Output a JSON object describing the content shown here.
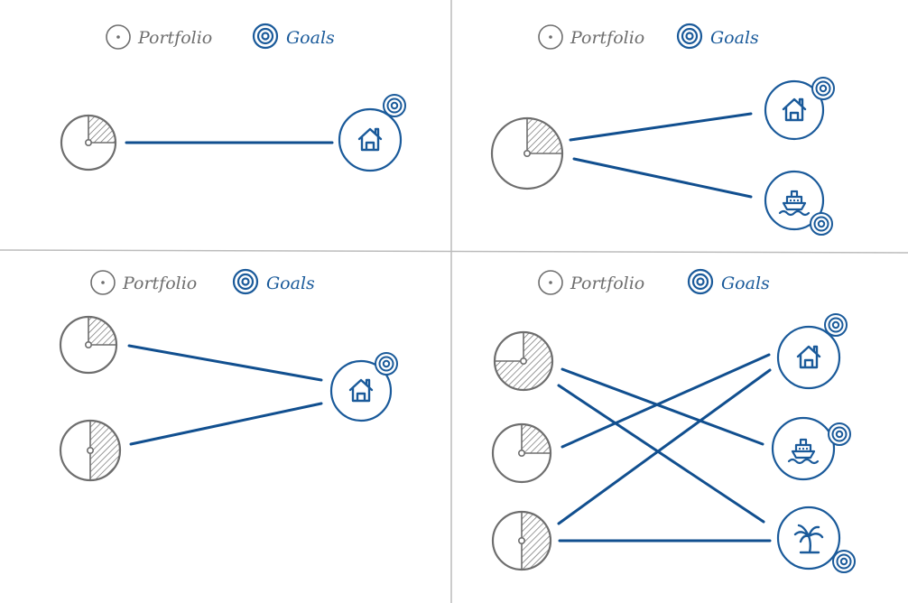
{
  "colors": {
    "line": "#114f8f",
    "goal": "#1a5a9a",
    "portfolio": "#6e6e6e",
    "divider": "#bcbcbc"
  },
  "legend": {
    "portfolio_label": "Portfolio",
    "goals_label": "Goals"
  },
  "panels": [
    {
      "id": "single-portfolio-single-goal",
      "portfolios": [
        {
          "id": "p1",
          "slice": 0.25
        }
      ],
      "goals": [
        {
          "id": "g1",
          "icon": "house-icon"
        }
      ],
      "links": [
        [
          "p1",
          "g1"
        ]
      ]
    },
    {
      "id": "single-portfolio-two-goals",
      "portfolios": [
        {
          "id": "p1",
          "slice": 0.25
        }
      ],
      "goals": [
        {
          "id": "g1",
          "icon": "house-icon"
        },
        {
          "id": "g2",
          "icon": "ship-icon"
        }
      ],
      "links": [
        [
          "p1",
          "g1"
        ],
        [
          "p1",
          "g2"
        ]
      ]
    },
    {
      "id": "two-portfolios-single-goal",
      "portfolios": [
        {
          "id": "p1",
          "slice": 0.25
        },
        {
          "id": "p2",
          "slice": 0.5
        }
      ],
      "goals": [
        {
          "id": "g1",
          "icon": "house-icon"
        }
      ],
      "links": [
        [
          "p1",
          "g1"
        ],
        [
          "p2",
          "g1"
        ]
      ]
    },
    {
      "id": "three-portfolios-three-goals",
      "portfolios": [
        {
          "id": "p1",
          "slice": 0.75
        },
        {
          "id": "p2",
          "slice": 0.25
        },
        {
          "id": "p3",
          "slice": 0.5
        }
      ],
      "goals": [
        {
          "id": "g1",
          "icon": "house-icon"
        },
        {
          "id": "g2",
          "icon": "ship-icon"
        },
        {
          "id": "g3",
          "icon": "palm-tree-icon"
        }
      ],
      "links": [
        [
          "p1",
          "g2"
        ],
        [
          "p1",
          "g3"
        ],
        [
          "p2",
          "g1"
        ],
        [
          "p3",
          "g1"
        ],
        [
          "p3",
          "g3"
        ]
      ]
    }
  ]
}
